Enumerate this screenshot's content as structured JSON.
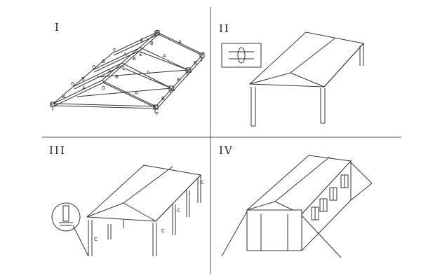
{
  "colors": {
    "line": "#333333",
    "divider": "#555555",
    "background": "#ffffff"
  },
  "panels": [
    {
      "numeral": "I"
    },
    {
      "numeral": "II"
    },
    {
      "numeral": "III"
    },
    {
      "numeral": "IV"
    }
  ],
  "frame_labels": {
    "a": "A",
    "b": "B",
    "d": "D",
    "e": "E",
    "f": "F",
    "g": "G"
  },
  "leg_label": "C"
}
